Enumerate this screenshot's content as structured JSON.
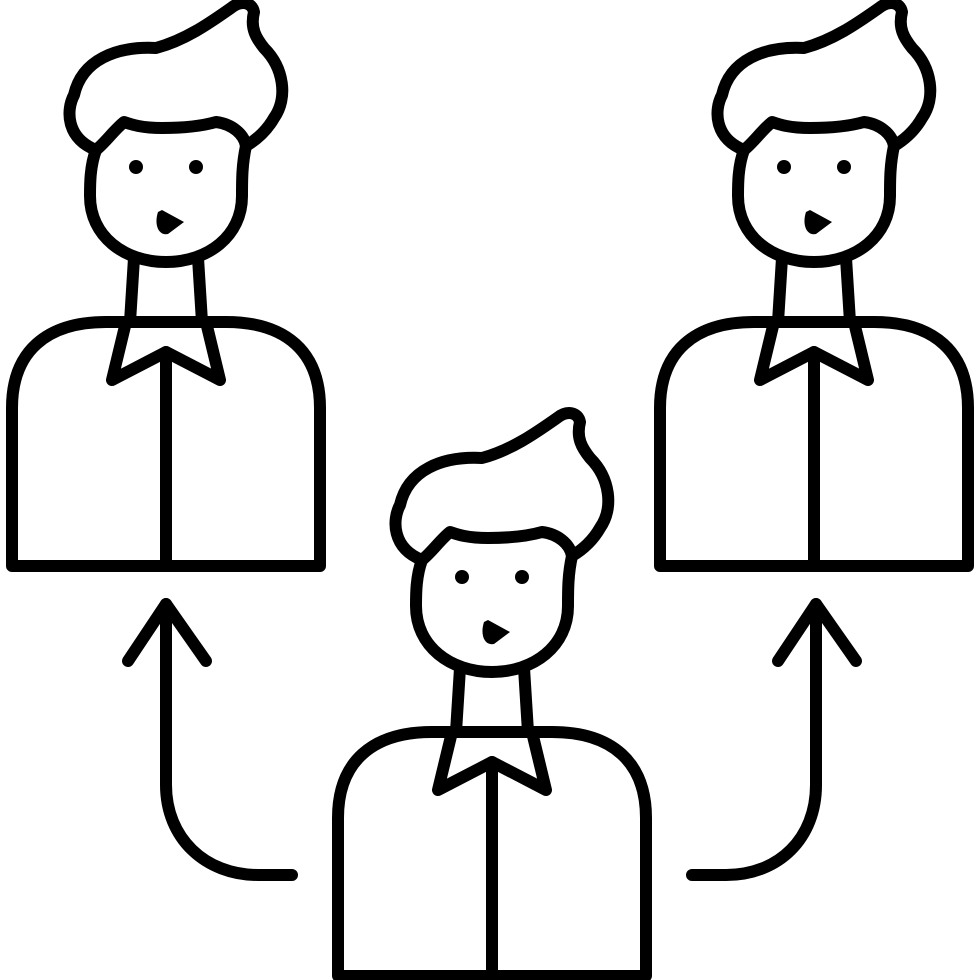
{
  "icon": {
    "name": "people-referral-icon",
    "description_hidden": false
  },
  "figures": [
    {
      "id": "left",
      "icon": "person-icon"
    },
    {
      "id": "right",
      "icon": "person-icon"
    },
    {
      "id": "center",
      "icon": "person-icon"
    }
  ],
  "arrows": [
    {
      "id": "left",
      "icon": "curved-arrow-up-icon",
      "direction": "center-to-left"
    },
    {
      "id": "right",
      "icon": "curved-arrow-up-icon",
      "direction": "center-to-right"
    }
  ],
  "colors": {
    "stroke": "#000000",
    "background": "#ffffff"
  }
}
